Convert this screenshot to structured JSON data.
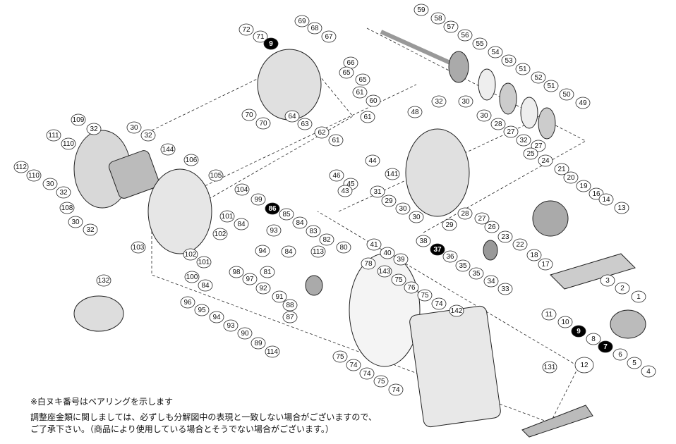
{
  "diagram": {
    "labels": [
      "72",
      "71",
      "9",
      "69",
      "68",
      "67",
      "66",
      "65",
      "65",
      "61",
      "60",
      "61",
      "61",
      "62",
      "63",
      "64",
      "70",
      "70",
      "59",
      "58",
      "57",
      "56",
      "55",
      "54",
      "53",
      "51",
      "52",
      "51",
      "50",
      "49",
      "109",
      "32",
      "30",
      "32",
      "111",
      "110",
      "112",
      "110",
      "30",
      "32",
      "108",
      "30",
      "32",
      "144",
      "106",
      "105",
      "104",
      "99",
      "86",
      "85",
      "84",
      "83",
      "82",
      "80",
      "113",
      "101",
      "84",
      "102",
      "103",
      "102",
      "101",
      "100",
      "84",
      "93",
      "94",
      "84",
      "98",
      "81",
      "97",
      "78",
      "92",
      "91",
      "88",
      "87",
      "96",
      "95",
      "94",
      "93",
      "90",
      "89",
      "114",
      "132",
      "131",
      "48",
      "32",
      "30",
      "30",
      "28",
      "27",
      "32",
      "27",
      "25",
      "24",
      "21",
      "20",
      "19",
      "16",
      "14",
      "13",
      "44",
      "46",
      "45",
      "43",
      "141",
      "31",
      "29",
      "30",
      "30",
      "28",
      "27",
      "29",
      "26",
      "23",
      "22",
      "41",
      "40",
      "39",
      "38",
      "37",
      "36",
      "35",
      "35",
      "34",
      "33",
      "18",
      "17",
      "3",
      "2",
      "1",
      "143",
      "75",
      "76",
      "75",
      "74",
      "142",
      "11",
      "10",
      "9",
      "8",
      "7",
      "6",
      "5",
      "4",
      "12",
      "75",
      "74",
      "74",
      "75",
      "74"
    ],
    "bearing_labels": [
      "9",
      "86",
      "37",
      "9",
      "7"
    ],
    "assembly_label": "12"
  },
  "notes": {
    "bearing_note": "※白ヌキ番号はベアリングを示します",
    "line1": "調整座金類に関しましては、必ずしも分解図中の表現と一致しない場合がございますので、",
    "line2": "ご了承下さい。（商品により使用している場合とそうでない場合がございます。）"
  }
}
